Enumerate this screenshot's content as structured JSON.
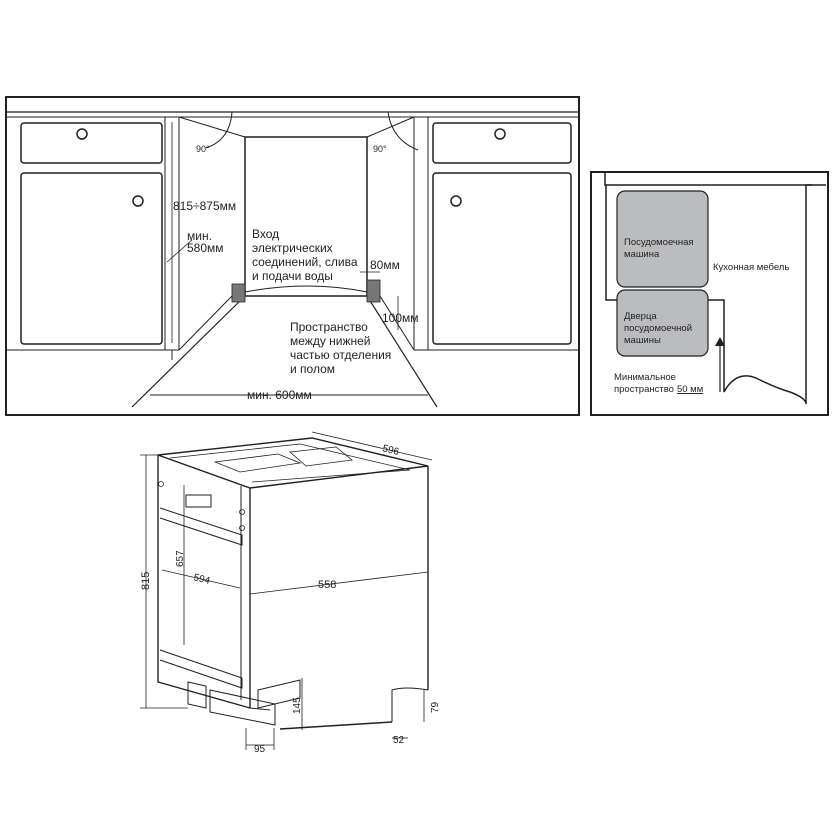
{
  "niche_panel": {
    "angle_left": "90°",
    "angle_right": "90°",
    "height_range": "815÷875мм",
    "min_depth_l1": "мин.",
    "min_depth_l2": "580мм",
    "inlet_l1": "Вход",
    "inlet_l2": "электрических",
    "inlet_l3": "соединений, слива",
    "inlet_l4": "и подачи воды",
    "dim_80": "80мм",
    "dim_100": "100мм",
    "space_l1": "Пространство",
    "space_l2": "между нижней",
    "space_l3": "частью отделения",
    "space_l4": "и полом",
    "min_width": "мин. 600мм"
  },
  "clearance_panel": {
    "dishwasher_l1": "Посудомоечная",
    "dishwasher_l2": "машина",
    "door_l1": "Дверца",
    "door_l2": "посудомоечной",
    "door_l3": "машины",
    "furniture": "Кухонная мебель",
    "min_space_l1": "Минимальное",
    "min_space_l2_prefix": "пространство",
    "min_space_value": "50 мм"
  },
  "appliance_dims": {
    "depth_top": "596",
    "height_815": "815",
    "height_657": "657",
    "width_594": "594",
    "depth_558": "558",
    "foot_145": "145",
    "foot_95": "95",
    "plinth_79": "79",
    "plinth_52": "52"
  }
}
